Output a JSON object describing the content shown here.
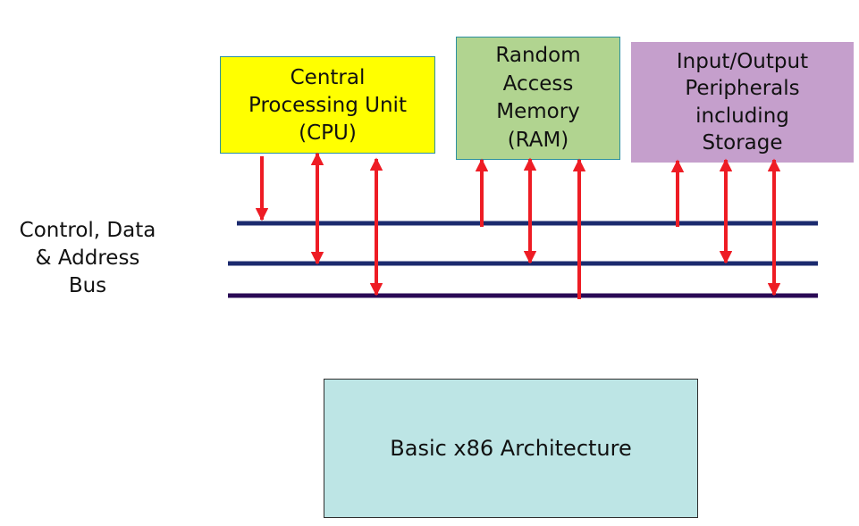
{
  "cpu": {
    "lines": [
      "Central",
      "Processing Unit",
      "(CPU)"
    ]
  },
  "ram": {
    "lines": [
      "Random",
      "Access",
      "Memory",
      "(RAM)"
    ]
  },
  "io": {
    "lines": [
      "Input/Output",
      "Peripherals",
      "including",
      "Storage"
    ]
  },
  "bus": {
    "lines": [
      "Control, Data",
      "& Address",
      "Bus"
    ]
  },
  "caption": "Basic x86 Architecture",
  "colors": {
    "cpu_fill": "#ffff00",
    "ram_fill": "#b1d490",
    "io_fill": "#c59fcc",
    "caption_fill": "#bde5e5",
    "bus_line": "#1b2a6e",
    "bus_line_bottom": "#2a0a55",
    "arrow": "#ee1c24"
  }
}
